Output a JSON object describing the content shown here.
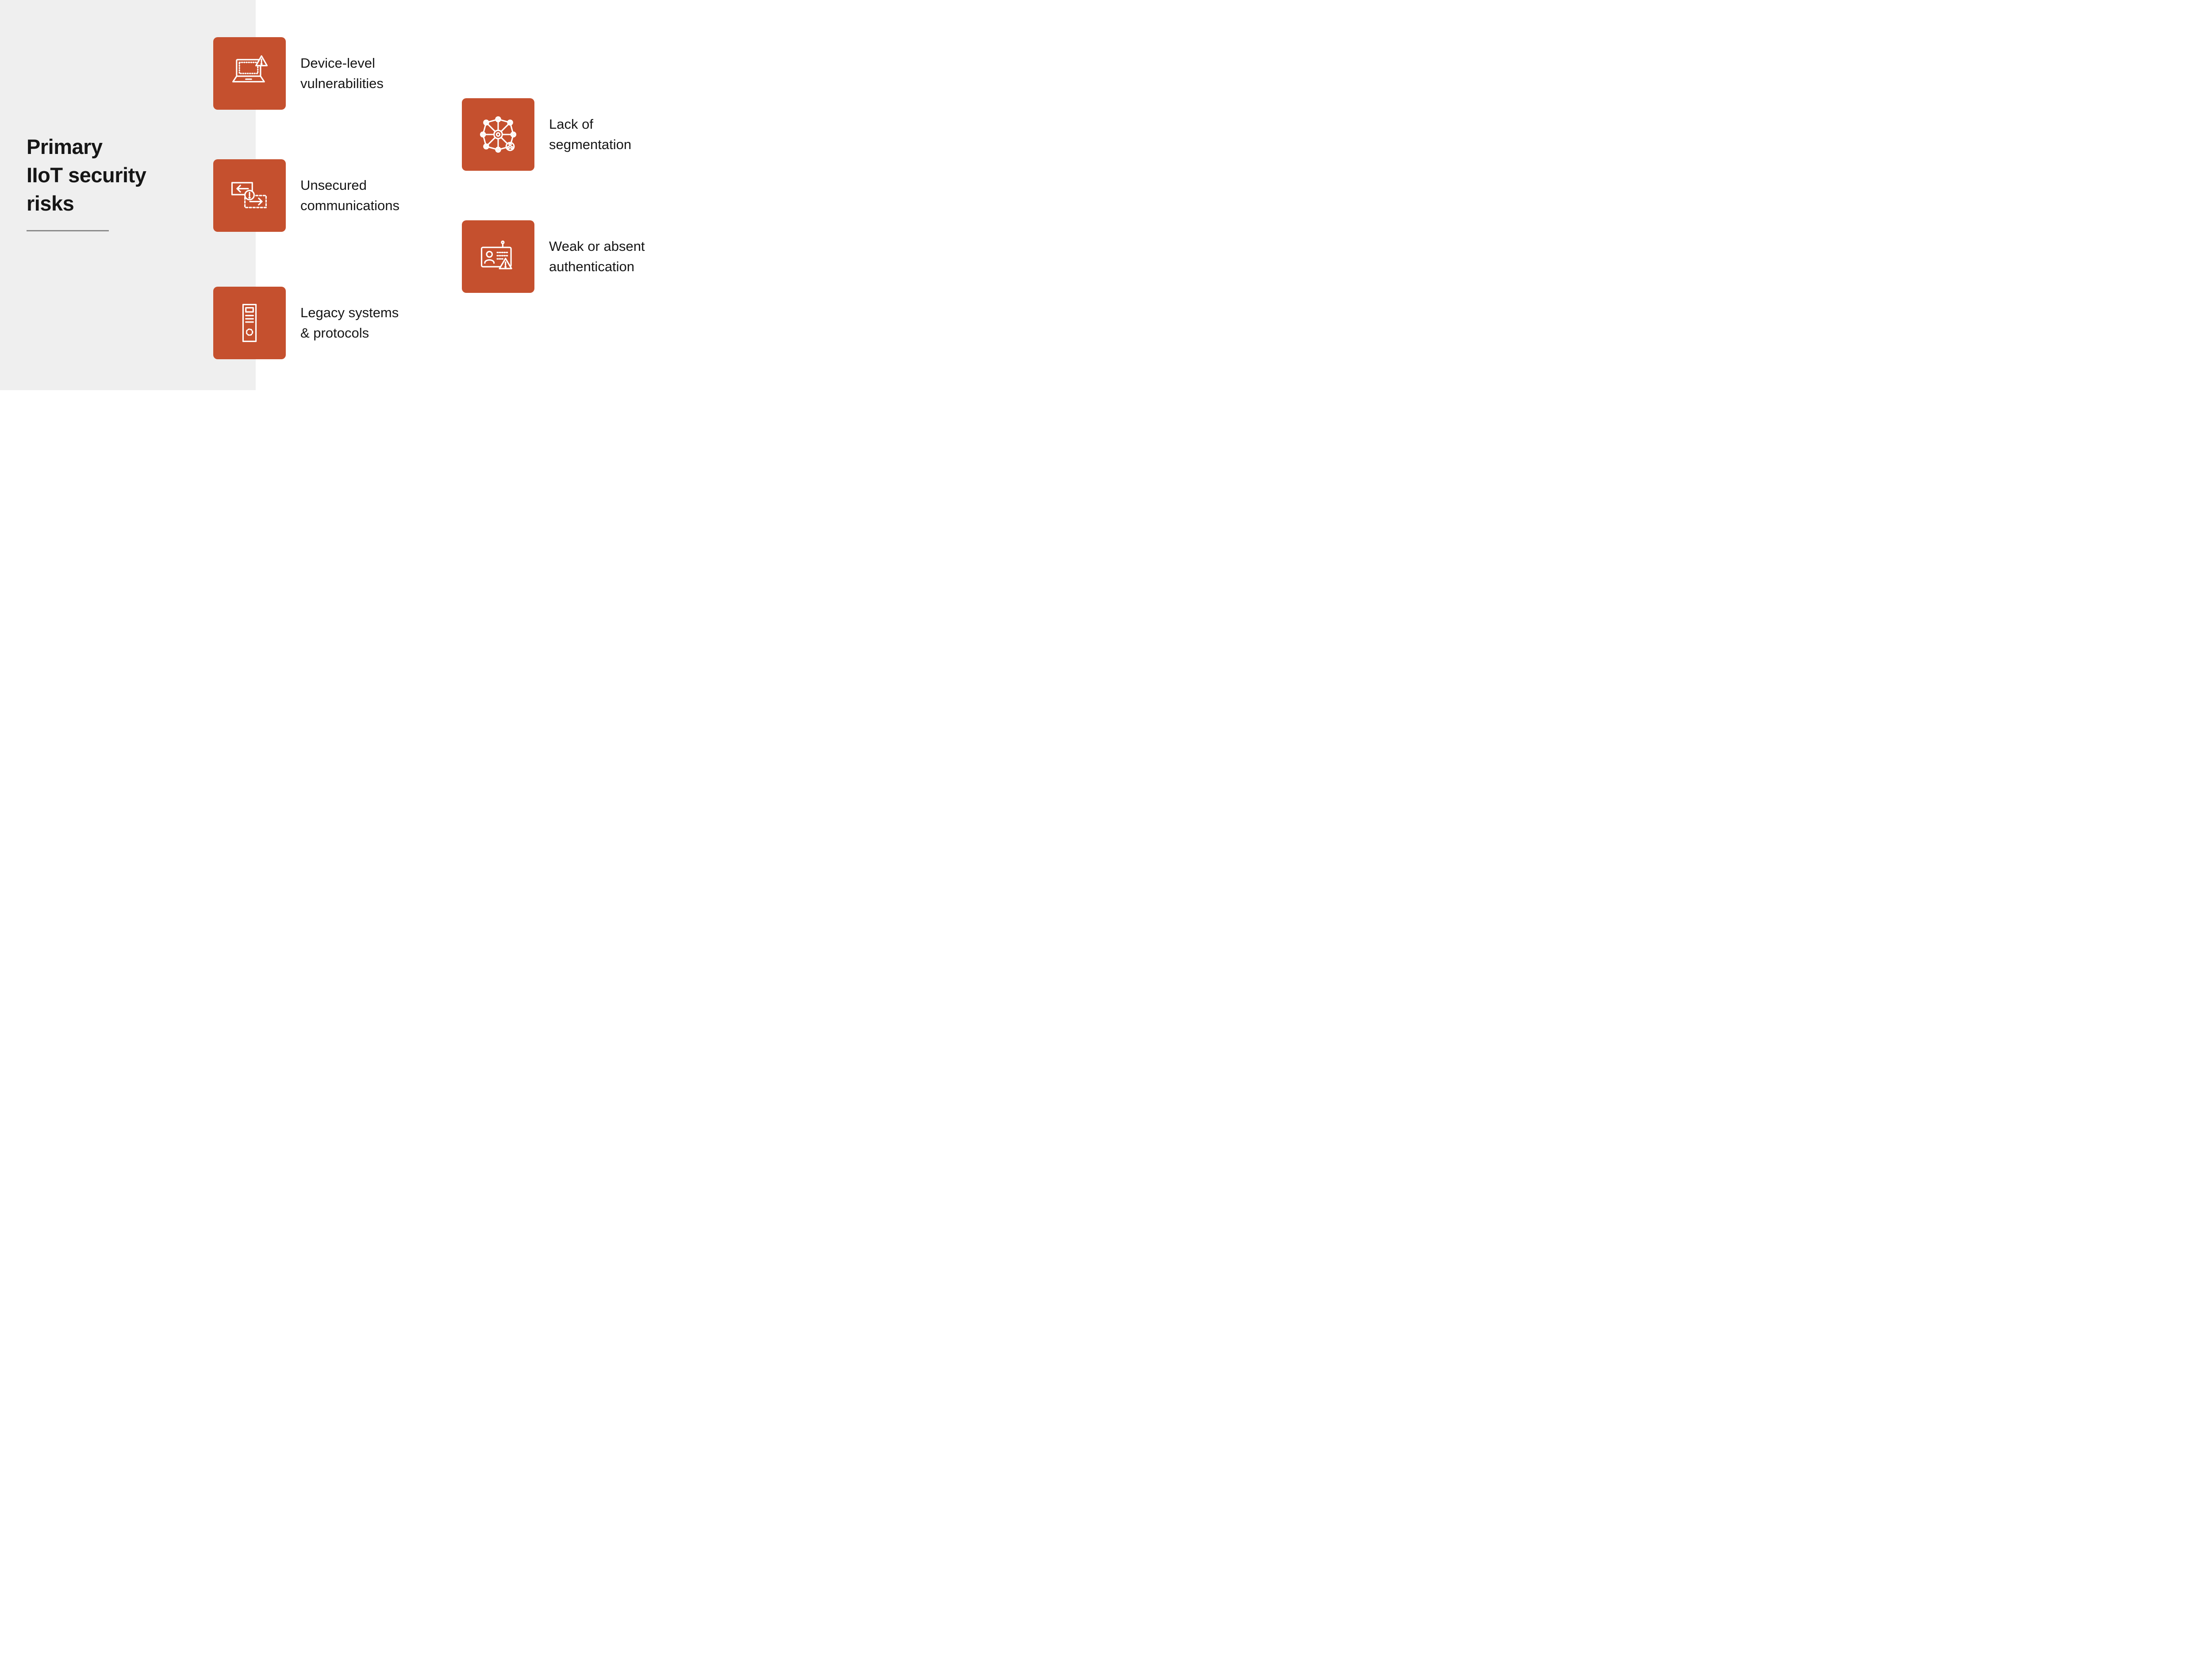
{
  "title": {
    "lines": [
      "Primary",
      "IIoT security",
      "risks"
    ]
  },
  "items": [
    {
      "id": "device-level-vulnerabilities",
      "icon": "laptop-warning-icon",
      "lines": [
        "Device-level",
        "vulnerabilities"
      ]
    },
    {
      "id": "unsecured-communications",
      "icon": "data-transfer-warning-icon",
      "lines": [
        "Unsecured",
        "communications"
      ]
    },
    {
      "id": "legacy-systems-protocols",
      "icon": "server-tower-icon",
      "lines": [
        "Legacy systems",
        "& protocols"
      ]
    },
    {
      "id": "lack-of-segmentation",
      "icon": "network-gear-hazard-icon",
      "lines": [
        "Lack of",
        "segmentation"
      ]
    },
    {
      "id": "weak-or-absent-authentication",
      "icon": "id-card-warning-icon",
      "lines": [
        "Weak or absent",
        "authentication"
      ]
    }
  ],
  "colors": {
    "accent": "#C5502E",
    "panel": "#EFEFEF",
    "tile_shadow": "#DBDBDB",
    "text": "#161616",
    "underline": "#8A8A8A",
    "background": "#FFFFFF"
  }
}
